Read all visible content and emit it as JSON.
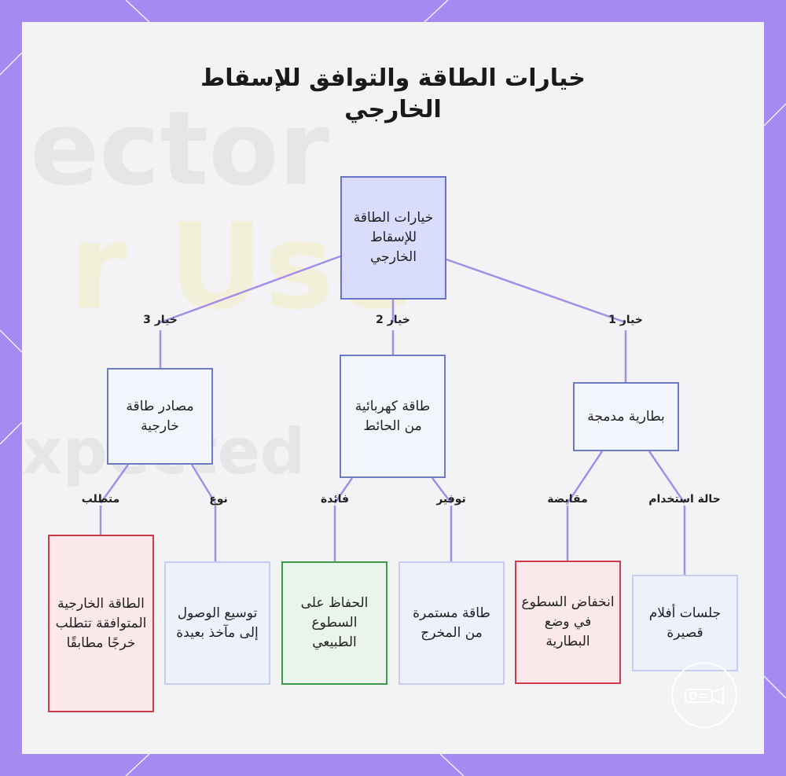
{
  "title_lines": [
    "خيارات الطاقة والتوافق للإسقاط",
    "الخارجي"
  ],
  "nodes": {
    "root": "خيارات الطاقة للإسقاط الخارجي",
    "battery": "بطارية مدمجة",
    "wall": "طاقة كهربائية من الحائط",
    "external": "مصادر طاقة خارجية",
    "short_sessions": "جلسات أفلام قصيرة",
    "low_brightness": "انخفاض السطوع في وضع البطارية",
    "continuous": "طاقة مستمرة من المخرج",
    "natural_brightness": "الحفاظ على السطوع الطبيعي",
    "reach": "توسيع الوصول إلى مآخذ بعيدة",
    "matching_output": "الطاقة الخارجية المتوافقة تتطلب خرجًا مطابقًا"
  },
  "edges": {
    "option1": "خيار 1",
    "option2": "خيار 2",
    "option3": "خيار 3",
    "use_case": "حالة استخدام",
    "tradeoff": "مقايضة",
    "saving": "توفير",
    "benefit": "فائدة",
    "type": "نوع",
    "requirement": "متطلب"
  },
  "background_watermark": {
    "line1": "ector",
    "line2": "r Use",
    "line3": "xpected"
  },
  "colors": {
    "frame": "#a58af2",
    "connector": "#a48ee6",
    "root_fill": "#d9dcfb",
    "red_border": "#cf3a48",
    "green_border": "#3e9a4a"
  },
  "logo_icon": "projector-icon"
}
